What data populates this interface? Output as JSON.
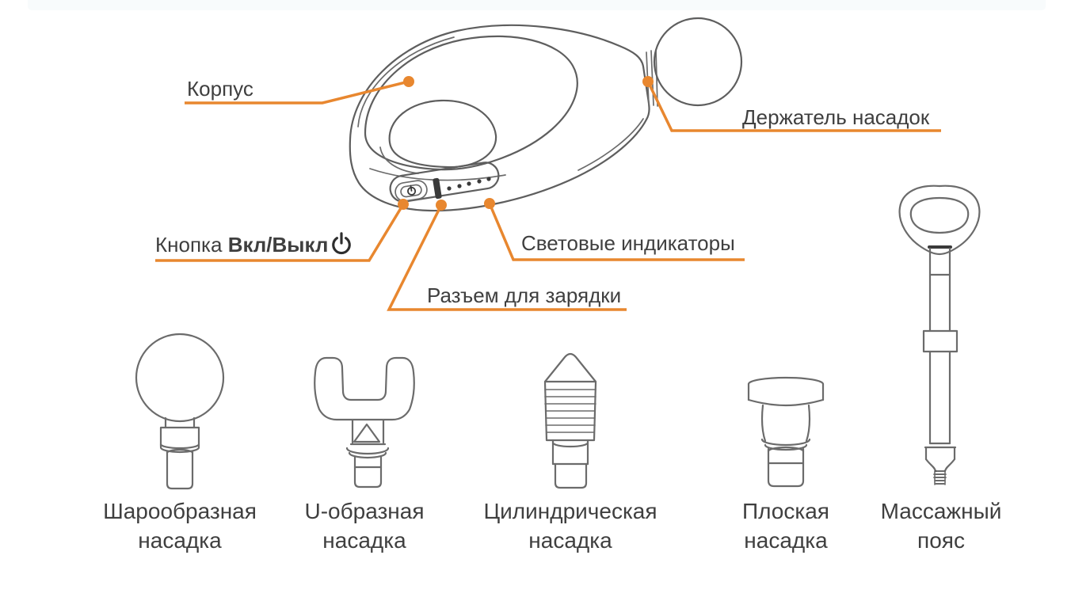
{
  "colors": {
    "accent": "#E8872F",
    "line": "#5E5E5E",
    "dark": "#3A3A3A",
    "text": "#3F3F3F"
  },
  "callouts": {
    "body": "Корпус",
    "holder": "Держатель насадок",
    "power_prefix": "Кнопка",
    "power_bold": "Вкл/Выкл",
    "indicators": "Световые индикаторы",
    "charging": "Разъем для зарядки"
  },
  "icons": {
    "power": "power-icon"
  },
  "attachments": [
    {
      "line1": "Шарообразная",
      "line2": "насадка"
    },
    {
      "line1": "U-образная",
      "line2": "насадка"
    },
    {
      "line1": "Цилиндрическая",
      "line2": "насадка"
    },
    {
      "line1": "Плоская",
      "line2": "насадка"
    },
    {
      "line1": "Массажный",
      "line2": "пояс"
    }
  ]
}
